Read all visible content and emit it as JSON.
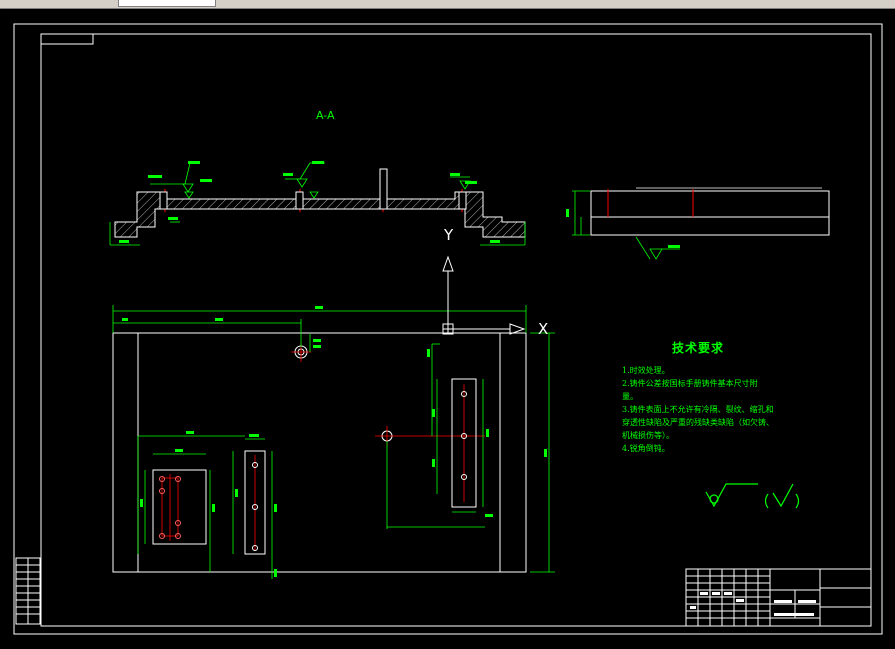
{
  "drawing": {
    "section_label": "A-A",
    "axis_y": "Y",
    "axis_x": "X"
  },
  "tech_requirements": {
    "title": "技术要求",
    "lines": [
      "1.时效处理。",
      "2.铸件公差按国标手册铸件基本尺寸附",
      "  量。",
      "3.铸件表面上不允许有冷隔、裂纹、缩孔和",
      "  穿透性缺陷及严重的残缺类缺陷（如欠铸、",
      "  机械损伤等）。",
      "4.锐角倒钝。"
    ]
  },
  "colors": {
    "background": "#000000",
    "frame": "#ffffff",
    "dimension": "#00ff00",
    "centerline": "#ff0000"
  }
}
